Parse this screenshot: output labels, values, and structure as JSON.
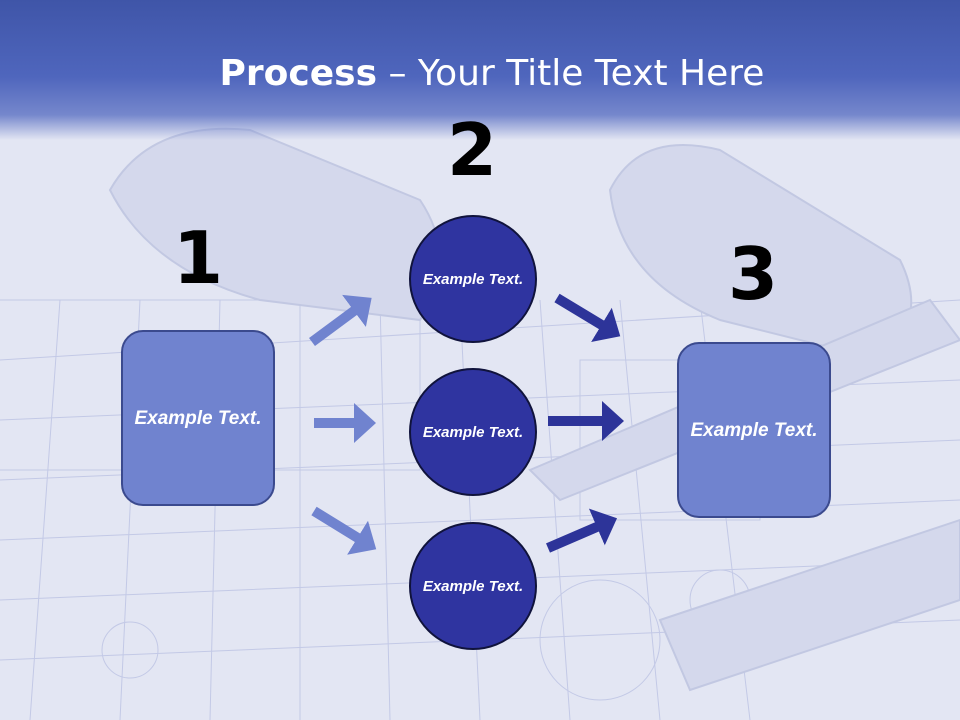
{
  "title": {
    "bold": "Process",
    "rest": " – Your Title Text Here"
  },
  "steps": [
    {
      "number": "1",
      "text": "Example Text."
    },
    {
      "number": "2",
      "text": "Example Text."
    },
    {
      "number": "3",
      "text": "Example Text."
    }
  ],
  "circles": [
    {
      "text": "Example Text."
    },
    {
      "text": "Example Text."
    },
    {
      "text": "Example Text."
    }
  ],
  "colors": {
    "banner": "#4a60b8",
    "box_fill": "#7083cf",
    "circle_fill": "#2f34a0",
    "arrow_light": "#7083cf",
    "arrow_dark": "#2d3499"
  }
}
